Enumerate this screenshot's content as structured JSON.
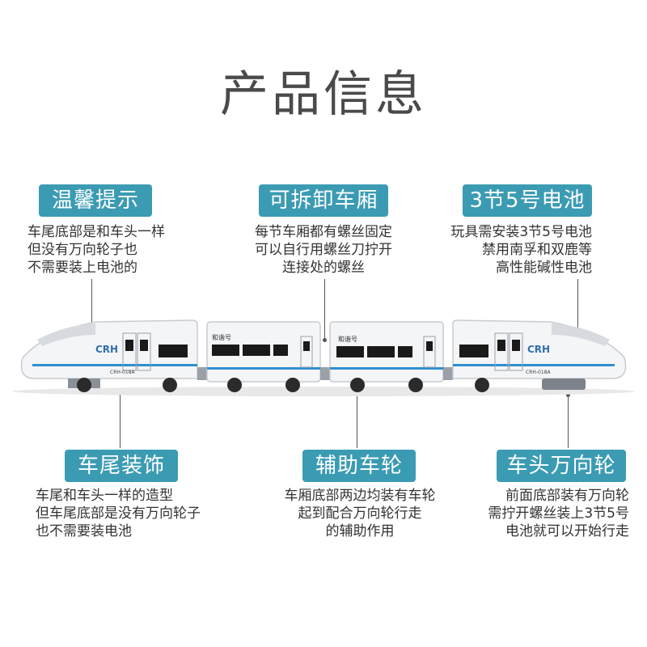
{
  "title": "产品信息",
  "callouts": {
    "top_left": {
      "label": "温馨提示",
      "lines": [
        "车尾底部是和车头一样",
        "但没有万向轮子也",
        "不需要装上电池的"
      ]
    },
    "top_center": {
      "label": "可拆卸车厢",
      "lines": [
        "每节车厢都有螺丝固定",
        "可以自行用螺丝刀拧开",
        "连接处的螺丝"
      ]
    },
    "top_right": {
      "label": "3节5号电池",
      "lines": [
        "玩具需安装3节5号电池",
        "禁用南孚和双鹿等",
        "高性能碱性电池"
      ]
    },
    "bottom_left": {
      "label": "车尾装饰",
      "lines": [
        "车尾和车头一样的造型",
        "但车尾底部是没有万向轮子",
        "也不需要装电池"
      ]
    },
    "bottom_center": {
      "label": "辅助车轮",
      "lines": [
        "车厢底部两边均装有车轮",
        "起到配合万向轮行走",
        "的辅助作用"
      ]
    },
    "bottom_right": {
      "label": "车头万向轮",
      "lines": [
        "前面底部装有万向轮",
        "需拧开螺丝装上3节5号",
        "电池就可以开始行走"
      ]
    }
  },
  "train": {
    "logo": "CRH",
    "model": "CRH-018A",
    "car_name": "和谐号",
    "colors": {
      "body": "#f4f5f7",
      "stripe": "#2f8fd0",
      "window": "#1a1a1a",
      "wheel": "#2b2b2b"
    }
  }
}
